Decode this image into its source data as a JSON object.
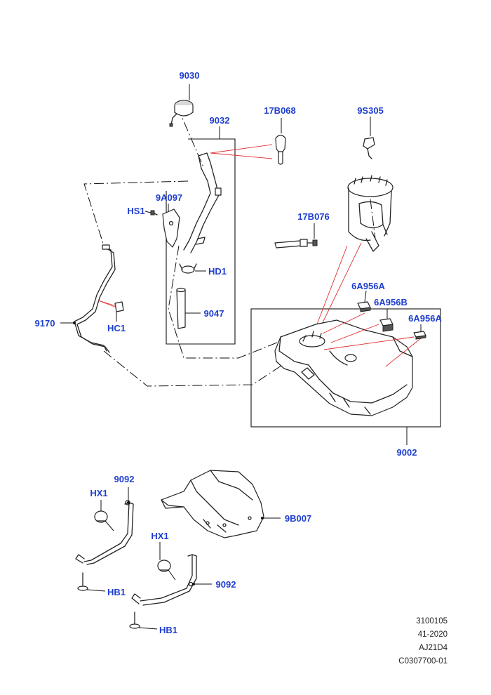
{
  "callouts": {
    "c9030": "9030",
    "c9032": "9032",
    "c17B068": "17B068",
    "c9S305": "9S305",
    "c9A097": "9A097",
    "cHS1": "HS1",
    "c17B076": "17B076",
    "cHD1": "HD1",
    "c9047": "9047",
    "c9170": "9170",
    "cHC1": "HC1",
    "c6A956A_1": "6A956A",
    "c6A956B": "6A956B",
    "c6A956A_2": "6A956A",
    "c9002": "9002",
    "c9092_1": "9092",
    "cHX1_1": "HX1",
    "c9B007": "9B007",
    "cHX1_2": "HX1",
    "c9092_2": "9092",
    "cHB1_1": "HB1",
    "cHB1_2": "HB1"
  },
  "reference": {
    "line1": "3100105",
    "line2": "41-2020",
    "line3": "AJ21D4",
    "line4": "C0307700-01"
  },
  "colors": {
    "callout": "#1f3fd0",
    "red_leader": "#e03030",
    "line": "#111111"
  }
}
